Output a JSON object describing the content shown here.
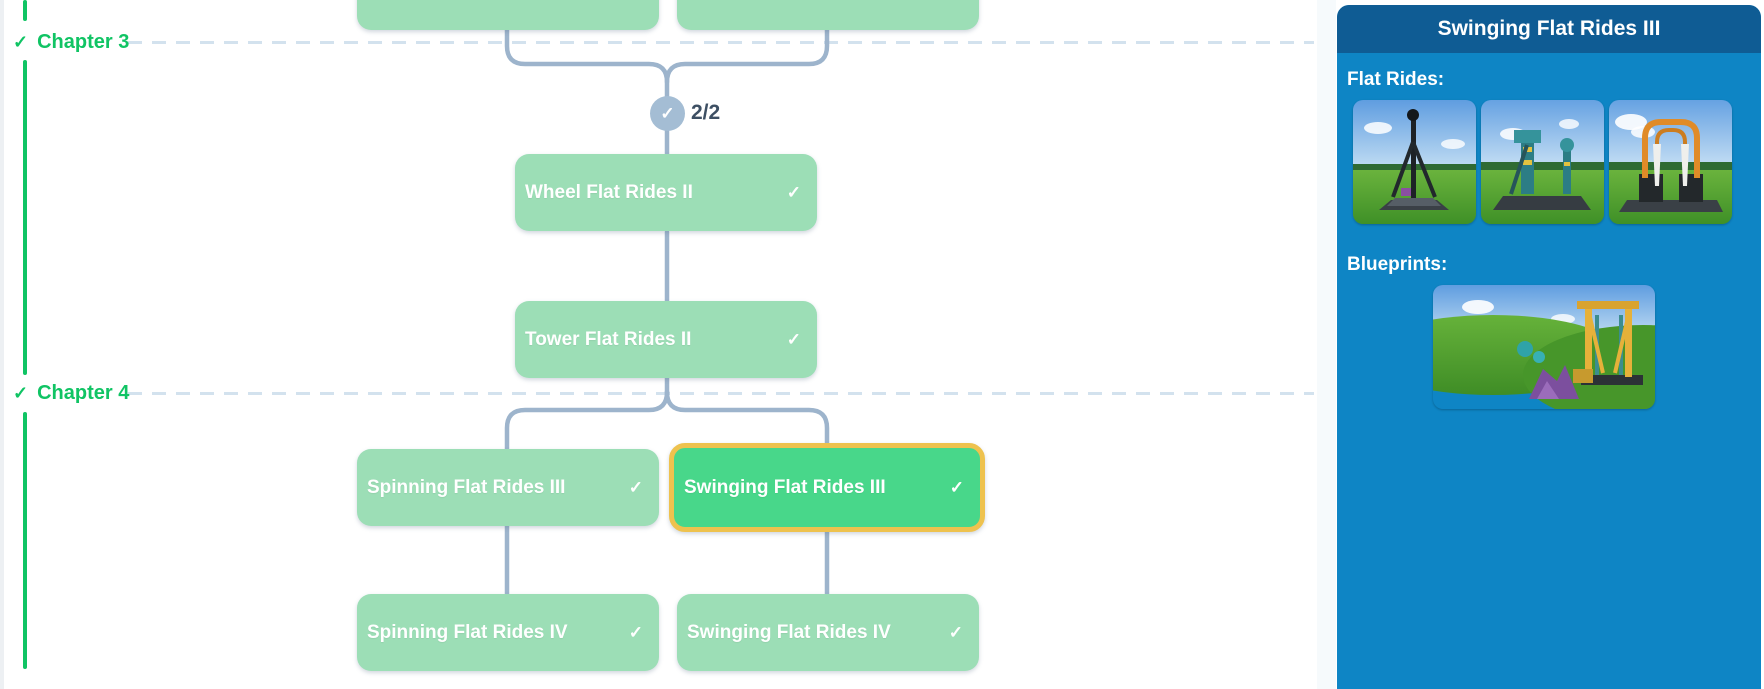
{
  "tree": {
    "chapters": [
      {
        "label": "Chapter 3",
        "completed": true
      },
      {
        "label": "Chapter 4",
        "completed": true
      }
    ],
    "progress_badge": "2/2",
    "nodes": {
      "wheel2": {
        "label": "Wheel Flat Rides II",
        "completed": true
      },
      "tower2": {
        "label": "Tower Flat Rides II",
        "completed": true
      },
      "spinning3": {
        "label": "Spinning Flat Rides III",
        "completed": true
      },
      "swinging3": {
        "label": "Swinging Flat Rides III",
        "completed": true,
        "selected": true
      },
      "spinning4": {
        "label": "Spinning Flat Rides IV",
        "completed": true
      },
      "swinging4": {
        "label": "Swinging Flat Rides IV",
        "completed": true
      }
    }
  },
  "panel": {
    "title": "Swinging Flat Rides III",
    "flat_rides_label": "Flat Rides:",
    "blueprints_label": "Blueprints:",
    "flat_ride_items": [
      "drop-tower-flat-ride",
      "twin-tower-swing-flat-ride",
      "orange-swing-flat-ride"
    ],
    "blueprint_items": [
      "swinging-flat-ride-blueprint"
    ]
  },
  "icons": {
    "check": "✓"
  },
  "colors": {
    "chapter_green": "#10c464",
    "node_completed_green": "#9cdeb6",
    "node_selected_green": "#48d78a",
    "selected_border_gold": "#eec24e",
    "connector_blue_gray": "#9db4cc",
    "badge_blue_gray": "#a4bdd4",
    "badge_count_text": "#3d4f63",
    "dashed_rule": "#d3e2ee",
    "panel_body_blue": "#0e85c5",
    "panel_header_blue": "#0f5c94",
    "scrollbar_thumb_blue": "#2f9ad4",
    "node_text": "#ffffff"
  }
}
